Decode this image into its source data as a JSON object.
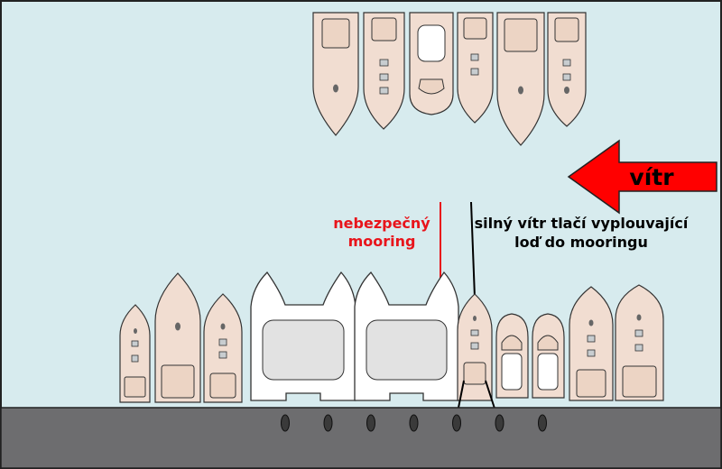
{
  "colors": {
    "water": "#d7ebee",
    "boat_hull": "#f1ddd1",
    "boat_outline": "#333333",
    "pier": "#6d6d6f",
    "bollard": "#3a3a3a",
    "arrow": "#ff0000",
    "danger_text": "#e8141b",
    "text": "#000000",
    "catamaran_hull": "#ffffff",
    "catamaran_deck": "#e2e2e2"
  },
  "wind": {
    "label": "vítr",
    "direction": "left"
  },
  "danger_label": {
    "lines": [
      "nebezpečný",
      "mooring"
    ]
  },
  "note_label": {
    "lines": [
      "silný vítr tlačí vyplouvající",
      "loď do mooringu"
    ]
  },
  "pier": {
    "bollard_count": 7
  }
}
